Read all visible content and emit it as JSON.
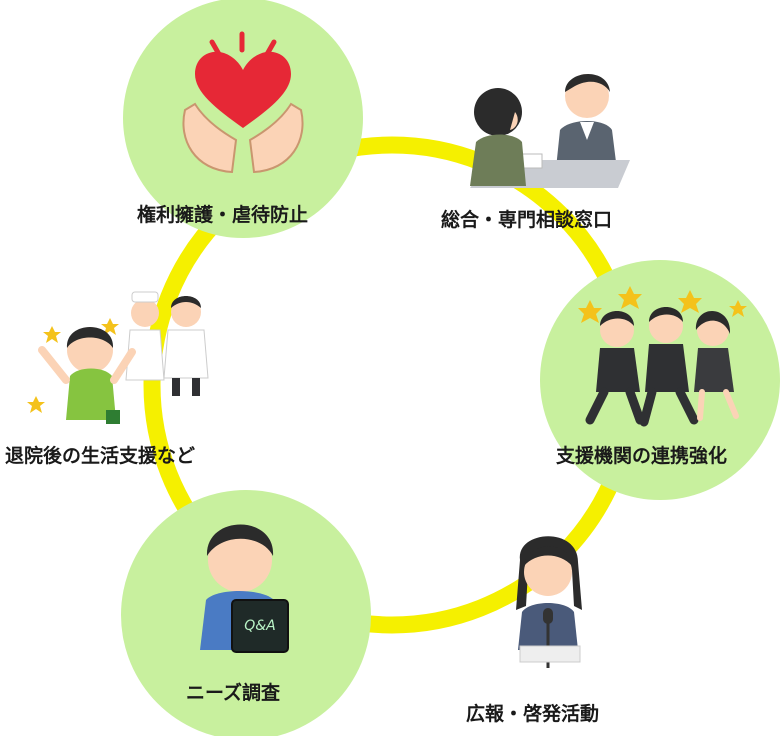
{
  "colors": {
    "ring": "#f5f000",
    "bubble": "#c8f09e",
    "text": "#1a1a1a"
  },
  "items": [
    {
      "label": "権利擁護・虐待防止",
      "icon": "heart-in-hands-icon"
    },
    {
      "label": "総合・専門相談窓口",
      "icon": "consultation-desk-icon"
    },
    {
      "label": "支援機関の連携強化",
      "icon": "team-running-icon"
    },
    {
      "label": "広報・啓発活動",
      "icon": "speaker-at-microphone-icon"
    },
    {
      "label": "ニーズ調査",
      "icon": "survey-clipboard-icon"
    },
    {
      "label": "退院後の生活支援など",
      "icon": "patient-with-doctor-nurse-icon"
    }
  ]
}
